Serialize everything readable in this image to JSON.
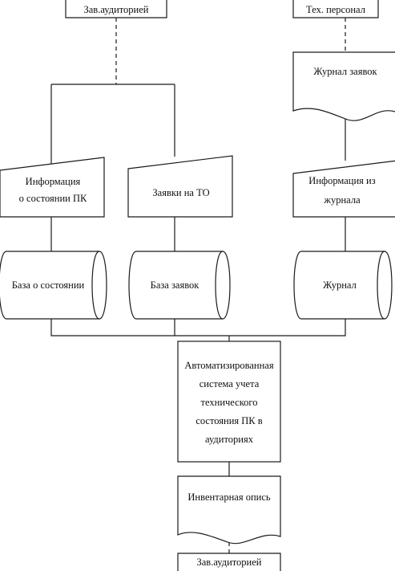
{
  "diagram": {
    "actors": {
      "zav_top": "Зав.аудиторией",
      "tech_staff": "Тех. персонал",
      "zav_bottom": "Зав.аудиторией"
    },
    "documents": {
      "journal_requests": "Журнал заявок",
      "inventory": "Инвентарная опись"
    },
    "inputs": {
      "pc_info": [
        "Информация",
        "о состоянии ПК"
      ],
      "to_requests": [
        "Заявки на ТО"
      ],
      "journal_info": [
        "Информация из",
        "журнала"
      ]
    },
    "storages": {
      "state_db": "База о состоянии",
      "requests_db": "База заявок",
      "journal": "Журнал"
    },
    "process": {
      "lines": [
        "Автоматизированная",
        "система учета",
        "технического",
        "состояния ПК в",
        "аудиториях"
      ]
    }
  }
}
